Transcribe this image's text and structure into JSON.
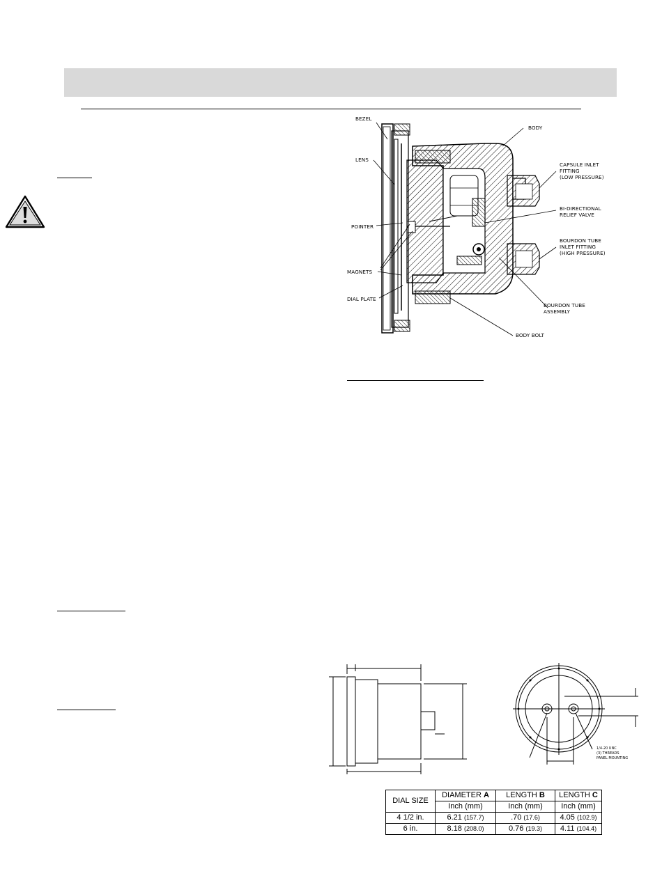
{
  "cross_section_labels": {
    "bezel": "BEZEL",
    "lens": "LENS",
    "pointer": "POINTER",
    "magnets": "MAGNETS",
    "dial_plate": "DIAL PLATE",
    "body": "BODY",
    "capsule_inlet": [
      "CAPSULE INLET",
      "FITTING",
      "(LOW PRESSURE)"
    ],
    "relief_valve": [
      "BI-DIRECTIONAL",
      "RELIEF VALVE"
    ],
    "bourdon_inlet": [
      "BOURDON TUBE",
      "INLET FITTING",
      "(HIGH PRESSURE)"
    ],
    "bourdon_assembly": [
      "BOURDON TUBE",
      "ASSEMBLY"
    ],
    "body_bolt": "BODY BOLT"
  },
  "dimension_drawing": {
    "thread_note": [
      "1/4-20 UNC",
      "(3) THREADS",
      "PANEL MOUNTING"
    ]
  },
  "dimension_table": {
    "headers": {
      "dial_size": "DIAL SIZE",
      "diameter": "DIAMETER",
      "diameter_letter": "A",
      "length_b": "LENGTH",
      "length_b_letter": "B",
      "length_c": "LENGTH",
      "length_c_letter": "C",
      "unit": "Inch (mm)"
    },
    "rows": [
      {
        "dial": "4 1/2 in.",
        "a_in": "6.21",
        "a_mm": "(157.7)",
        "b_in": ".70",
        "b_mm": "(17.6)",
        "c_in": "4.05",
        "c_mm": "(102.9)"
      },
      {
        "dial": "6 in.",
        "a_in": "8.18",
        "a_mm": "(208.0)",
        "b_in": "0.76",
        "b_mm": "(19.3)",
        "c_in": "4.11",
        "c_mm": "(104.4)"
      }
    ]
  }
}
